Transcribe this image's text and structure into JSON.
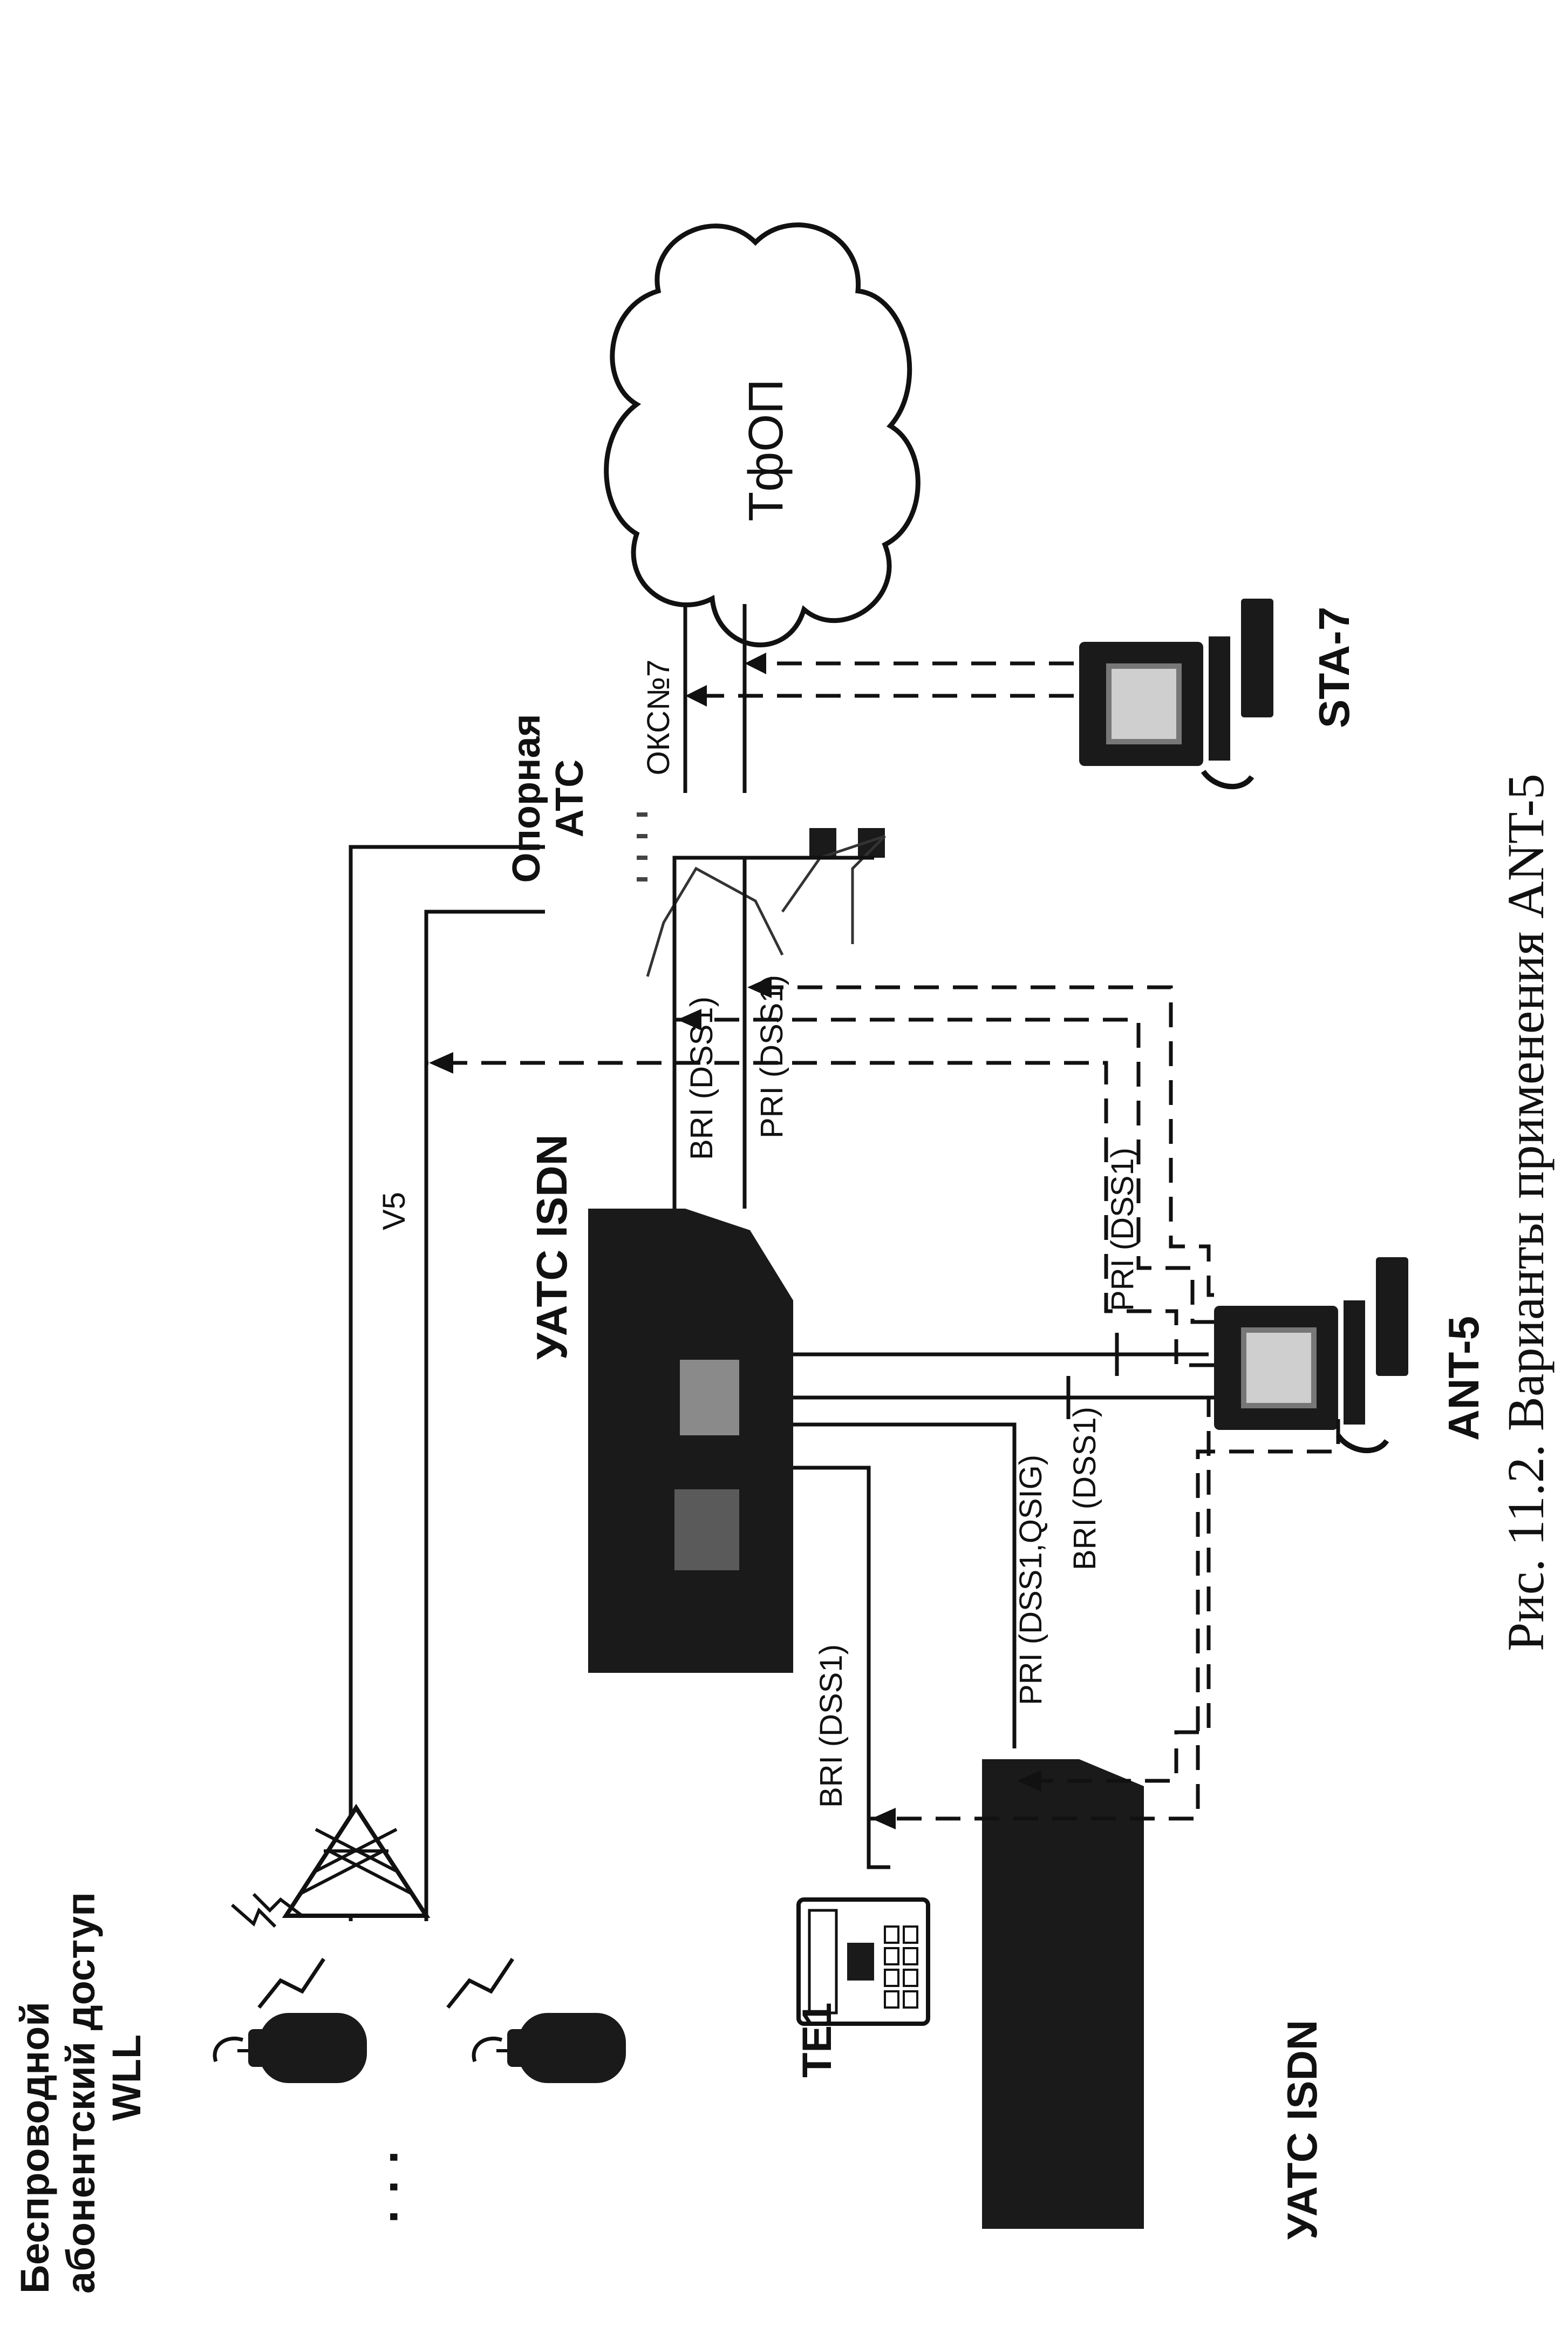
{
  "figure": {
    "caption": "Рис. 11.2. Варианты применения ANT-5"
  },
  "nodes": {
    "wll": {
      "line1": "Беспроводной",
      "line2": "абонентский доступ",
      "line3": "WLL",
      "ellipsis": "· · ·"
    },
    "te1": {
      "label": "TE1"
    },
    "uatc_bottom": {
      "label": "УАТС ISDN"
    },
    "uatc_center": {
      "label": "УАТС ISDN"
    },
    "ant5": {
      "label": "ANT-5"
    },
    "sta7": {
      "label": "STA-7"
    },
    "exchange": {
      "line1": "Опорная",
      "line2": "АТС"
    },
    "pstn": {
      "label": "ТфОП"
    }
  },
  "links": {
    "bri_te1": "BRI (DSS1)",
    "pri_qsig": "PRI (DSS1,QSIG)",
    "bri_ant": "BRI (DSS1)",
    "pri_ant": "PRI (DSS1)",
    "v5": "V5",
    "bri_exchange": "BRI (DSS1)",
    "pri_exchange": "PRI (DSS1)",
    "ss7": "ОКС№7"
  }
}
